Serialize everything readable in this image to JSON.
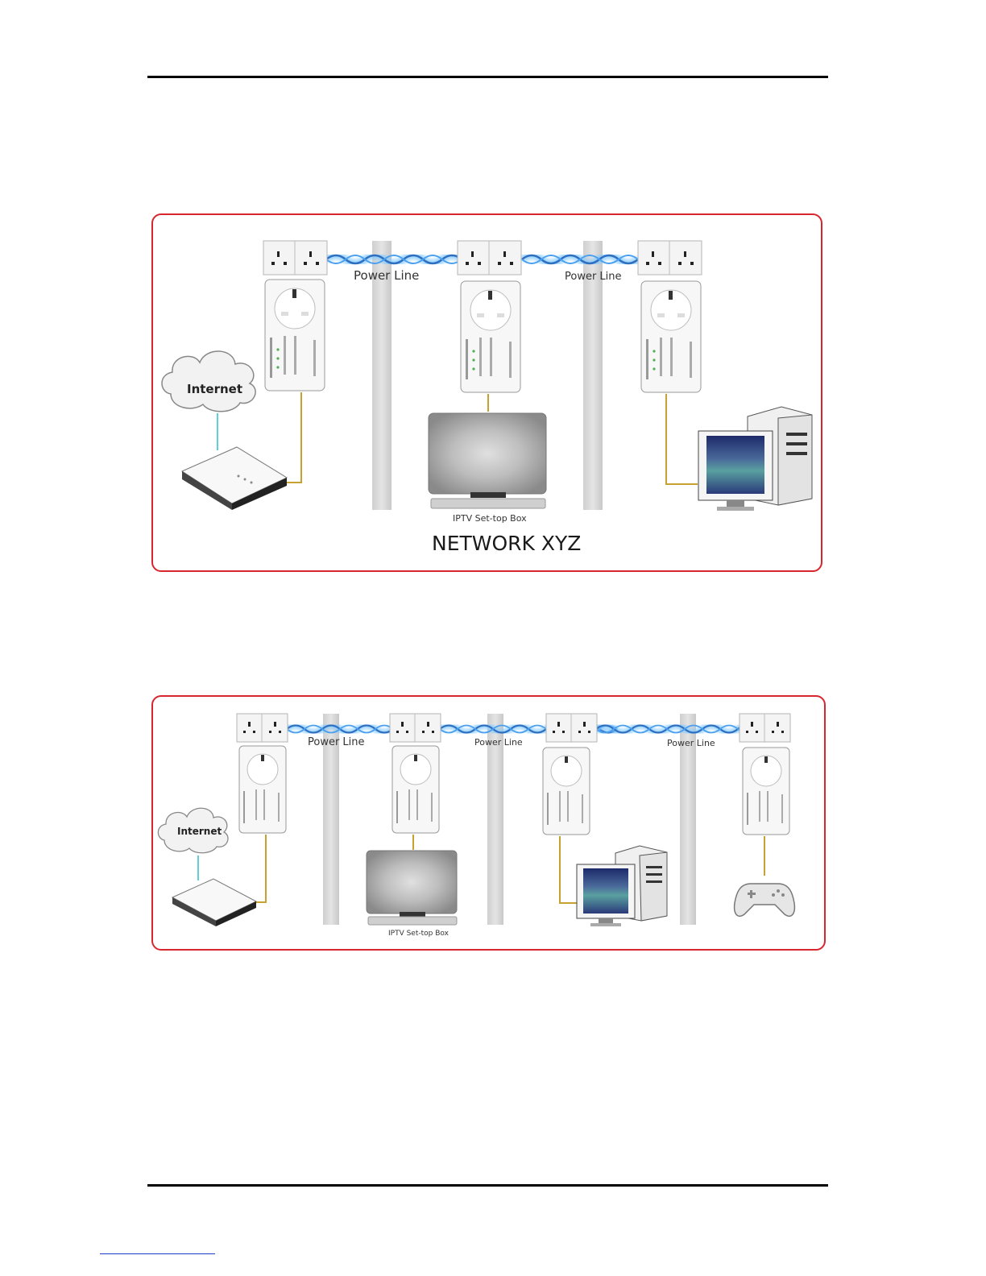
{
  "diagram1": {
    "cloud_label": "Internet",
    "powerline_labels": [
      "Power Line",
      "Power Line"
    ],
    "stb_label": "IPTV Set-top Box",
    "network_name": "NETWORK XYZ"
  },
  "diagram2": {
    "cloud_label": "Internet",
    "powerline_labels": [
      "Power Line",
      "Power Line",
      "Power Line"
    ],
    "stb_label": "IPTV Set-top Box"
  },
  "colors": {
    "frame": "#d8262e",
    "powerline_wave": "#3a9be0",
    "cable": "#c8a230",
    "internet_cable": "#5fd0d8"
  }
}
